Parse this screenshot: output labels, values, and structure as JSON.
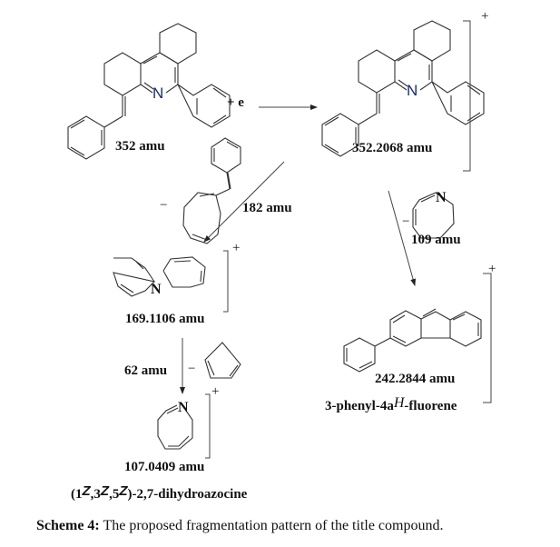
{
  "scheme": {
    "parent": {
      "mass_label": "352 amu",
      "atom": "N"
    },
    "ionization": {
      "label": "+ e"
    },
    "molecular_ion": {
      "mass_label": "352.2068  amu",
      "charge": "+",
      "atom": "N"
    },
    "loss_182": {
      "sign": "−",
      "mass_label": "182 amu"
    },
    "loss_109": {
      "sign": "−",
      "mass_label": "109 amu",
      "atom": "N"
    },
    "fragment_169": {
      "mass_label": "169.1106 amu",
      "charge": "+",
      "atom": "N"
    },
    "loss_62": {
      "sign": "−",
      "mass_label": "62 amu"
    },
    "fragment_107": {
      "mass_label": "107.0409 amu",
      "charge": "+",
      "atom": "N",
      "name_prefix": "(1",
      "z1": "Z",
      "mid1": ",3",
      "z2": "Z",
      "mid2": ",5",
      "z3": "Z",
      "name_suffix": ")-2,7-dihydroazocine"
    },
    "fragment_242": {
      "mass_label": "242.2844 amu",
      "charge": "+",
      "name_prefix": "3-phenyl-4a",
      "name_italic": "H",
      "name_suffix": "-fluorene"
    }
  },
  "caption": {
    "label": "Scheme 4:",
    "text": " The proposed fragmentation pattern of the title compound."
  }
}
